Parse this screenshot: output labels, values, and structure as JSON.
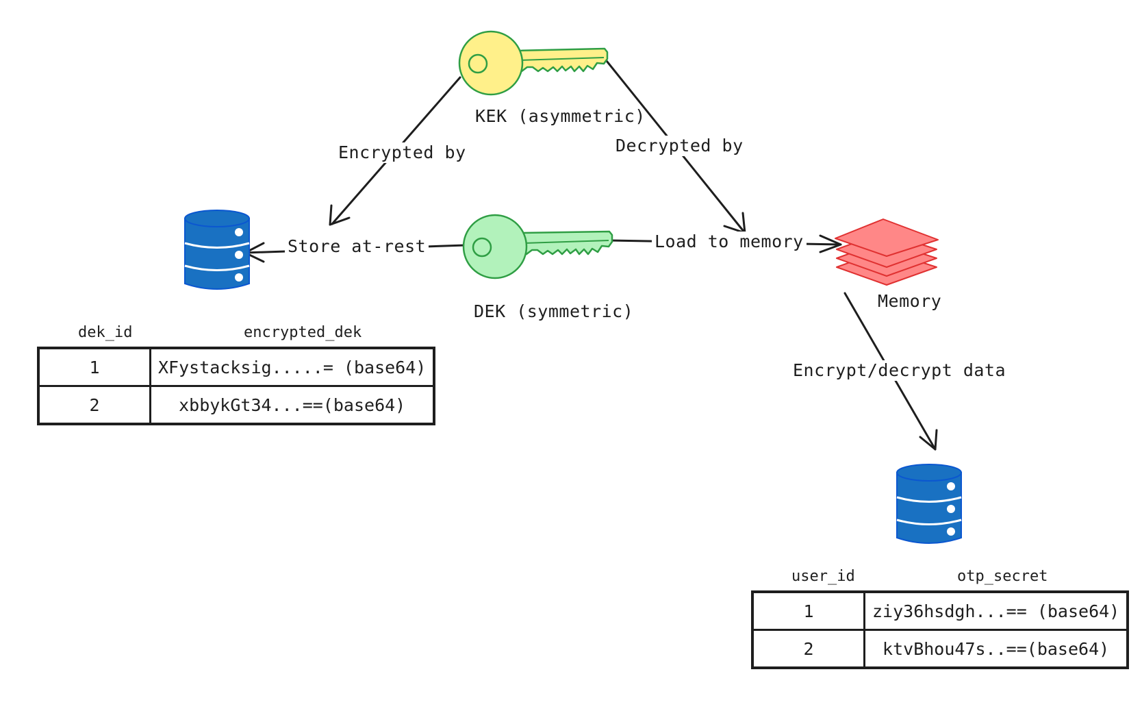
{
  "kek": {
    "label": "KEK (asymmetric)",
    "color": "#fff08a",
    "stroke": "#2f9e44"
  },
  "dek": {
    "label": "DEK (symmetric)",
    "color": "#b2f2bb",
    "stroke": "#2f9e44"
  },
  "edges": {
    "encrypted_by": "Encrypted by",
    "decrypted_by": "Decrypted by",
    "store_at_rest": "Store at-rest",
    "load_to_memory": "Load to memory",
    "encrypt_decrypt": "Encrypt/decrypt data"
  },
  "memory": {
    "label": "Memory",
    "color": "#ff8787",
    "stroke": "#e03131"
  },
  "database": {
    "color": "#1971c2",
    "stroke": "#0b57d0"
  },
  "dek_table": {
    "columns": [
      "dek_id",
      "encrypted_dek"
    ],
    "rows": [
      [
        "1",
        "XFystacksig.....= (base64)"
      ],
      [
        "2",
        "xbbykGt34...==(base64)"
      ]
    ]
  },
  "user_table": {
    "columns": [
      "user_id",
      "otp_secret"
    ],
    "rows": [
      [
        "1",
        "ziy36hsdgh...== (base64)"
      ],
      [
        "2",
        "ktvBhou47s..==(base64)"
      ]
    ]
  }
}
